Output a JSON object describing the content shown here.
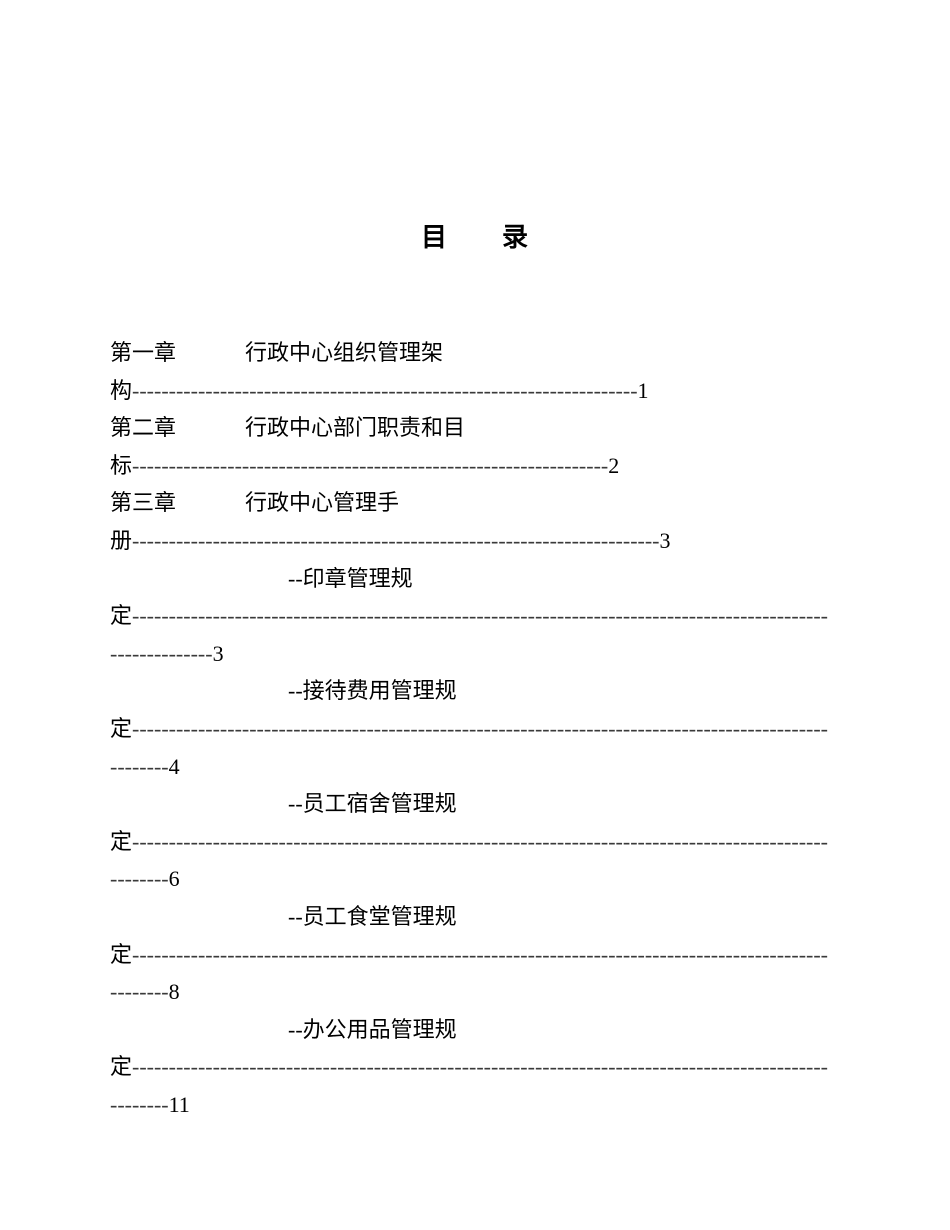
{
  "document": {
    "title": "目　　录",
    "toc": {
      "lines": [
        {
          "type": "chapter",
          "label": "第一章",
          "title": "行政中心组织管理架"
        },
        {
          "type": "continuation",
          "pre": "构",
          "dashes": "---------------------------------------------------------------------",
          "page": "1"
        },
        {
          "type": "chapter",
          "label": "第二章",
          "title": "行政中心部门职责和目"
        },
        {
          "type": "continuation",
          "pre": "标",
          "dashes": "-----------------------------------------------------------------",
          "page": "2"
        },
        {
          "type": "chapter",
          "label": "第三章",
          "title": "行政中心管理手"
        },
        {
          "type": "continuation",
          "pre": "册",
          "dashes": "------------------------------------------------------------------------",
          "page": "3"
        },
        {
          "type": "sub-entry",
          "text": "--印章管理规"
        },
        {
          "type": "continuation",
          "pre": "定",
          "dashes": "-----------------------------------------------------------------------------------------------",
          "page": ""
        },
        {
          "type": "continuation",
          "pre": "",
          "dashes": "--------------",
          "page": "3"
        },
        {
          "type": "sub-entry",
          "text": "--接待费用管理规"
        },
        {
          "type": "continuation",
          "pre": "定",
          "dashes": "-----------------------------------------------------------------------------------------------",
          "page": ""
        },
        {
          "type": "continuation",
          "pre": "",
          "dashes": "--------",
          "page": "4"
        },
        {
          "type": "sub-entry",
          "text": "--员工宿舍管理规"
        },
        {
          "type": "continuation",
          "pre": "定",
          "dashes": "-----------------------------------------------------------------------------------------------",
          "page": ""
        },
        {
          "type": "continuation",
          "pre": "",
          "dashes": "--------",
          "page": "6"
        },
        {
          "type": "sub-entry",
          "text": "--员工食堂管理规"
        },
        {
          "type": "continuation",
          "pre": "定",
          "dashes": "-----------------------------------------------------------------------------------------------",
          "page": ""
        },
        {
          "type": "continuation",
          "pre": "",
          "dashes": "--------",
          "page": "8"
        },
        {
          "type": "sub-entry",
          "text": "--办公用品管理规"
        },
        {
          "type": "continuation",
          "pre": "定",
          "dashes": "-----------------------------------------------------------------------------------------------",
          "page": ""
        },
        {
          "type": "continuation",
          "pre": "",
          "dashes": "--------",
          "page": "11"
        }
      ]
    }
  }
}
